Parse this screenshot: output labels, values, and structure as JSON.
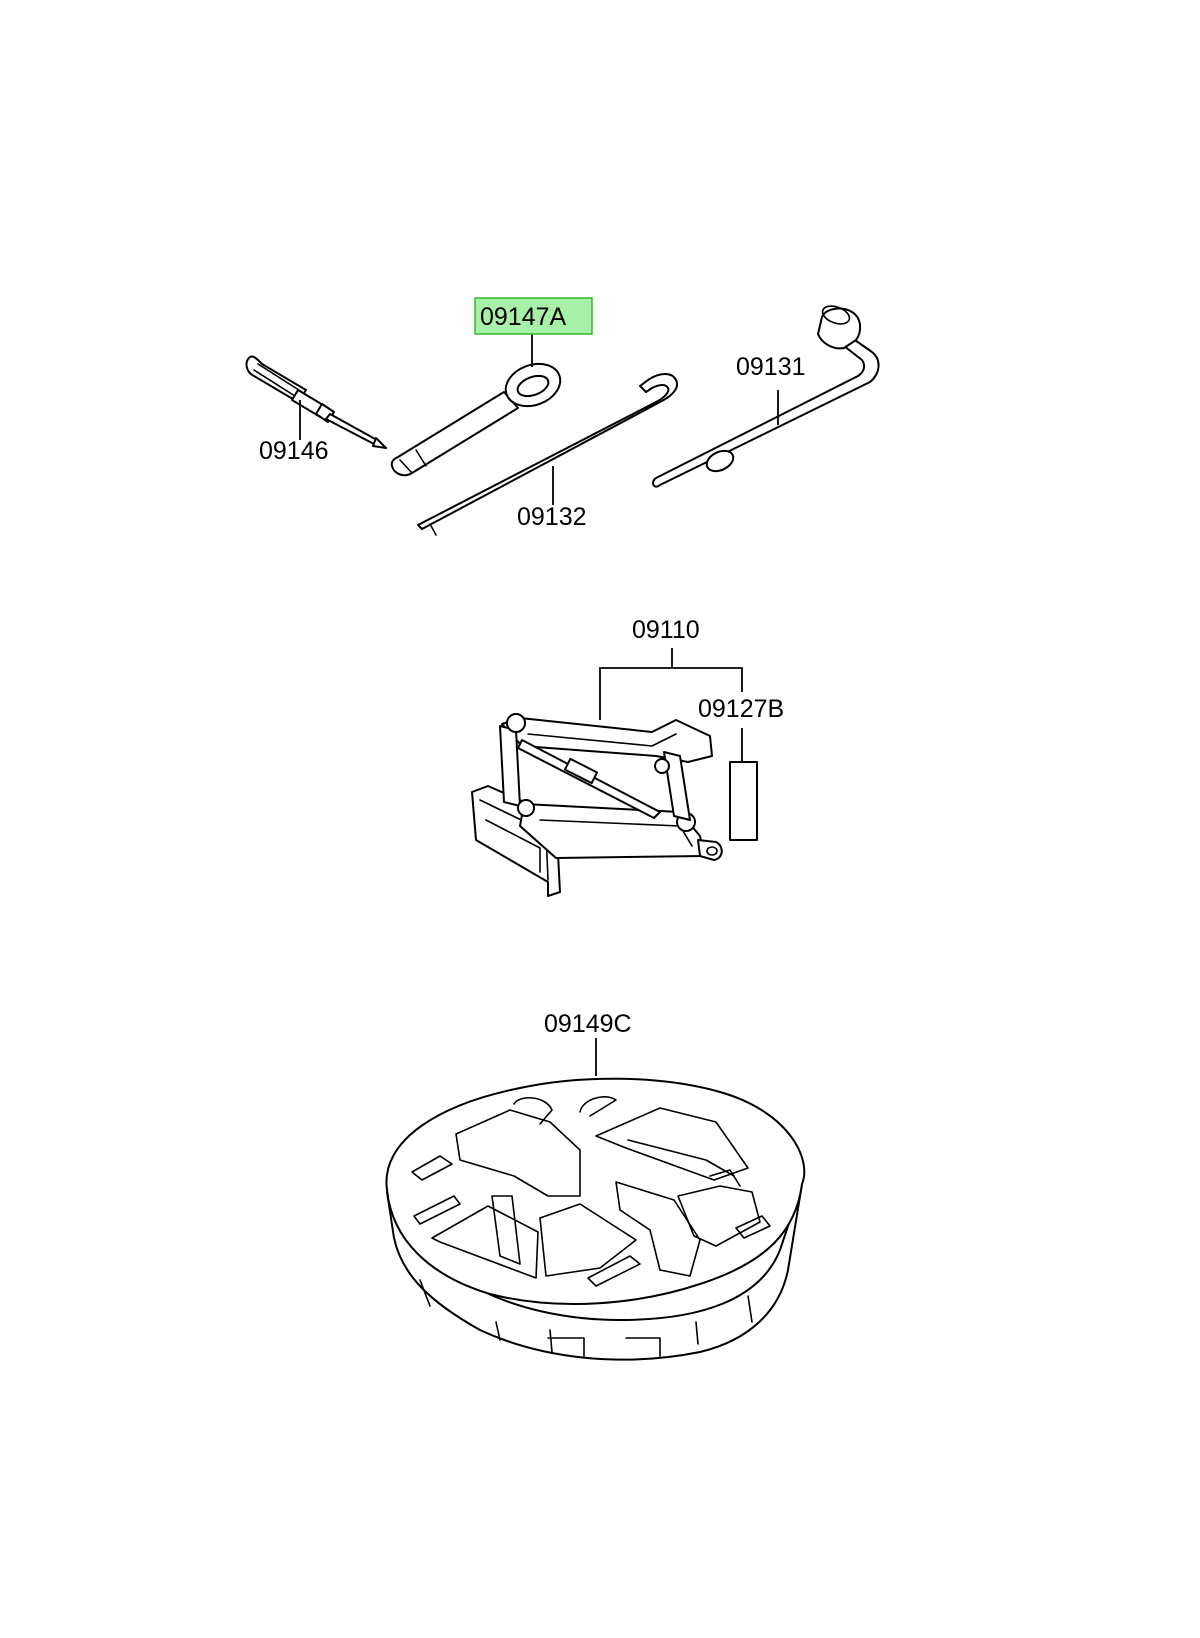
{
  "callouts": {
    "c09147A": "09147A",
    "c09146": "09146",
    "c09131": "09131",
    "c09132": "09132",
    "c09110": "09110",
    "c09127B": "09127B",
    "c09149C": "09149C"
  },
  "highlighted_callout": "09147A",
  "colors": {
    "highlight_fill": "#a8f0a8",
    "highlight_border": "#33b833",
    "line": "#000000",
    "background": "#ffffff"
  }
}
